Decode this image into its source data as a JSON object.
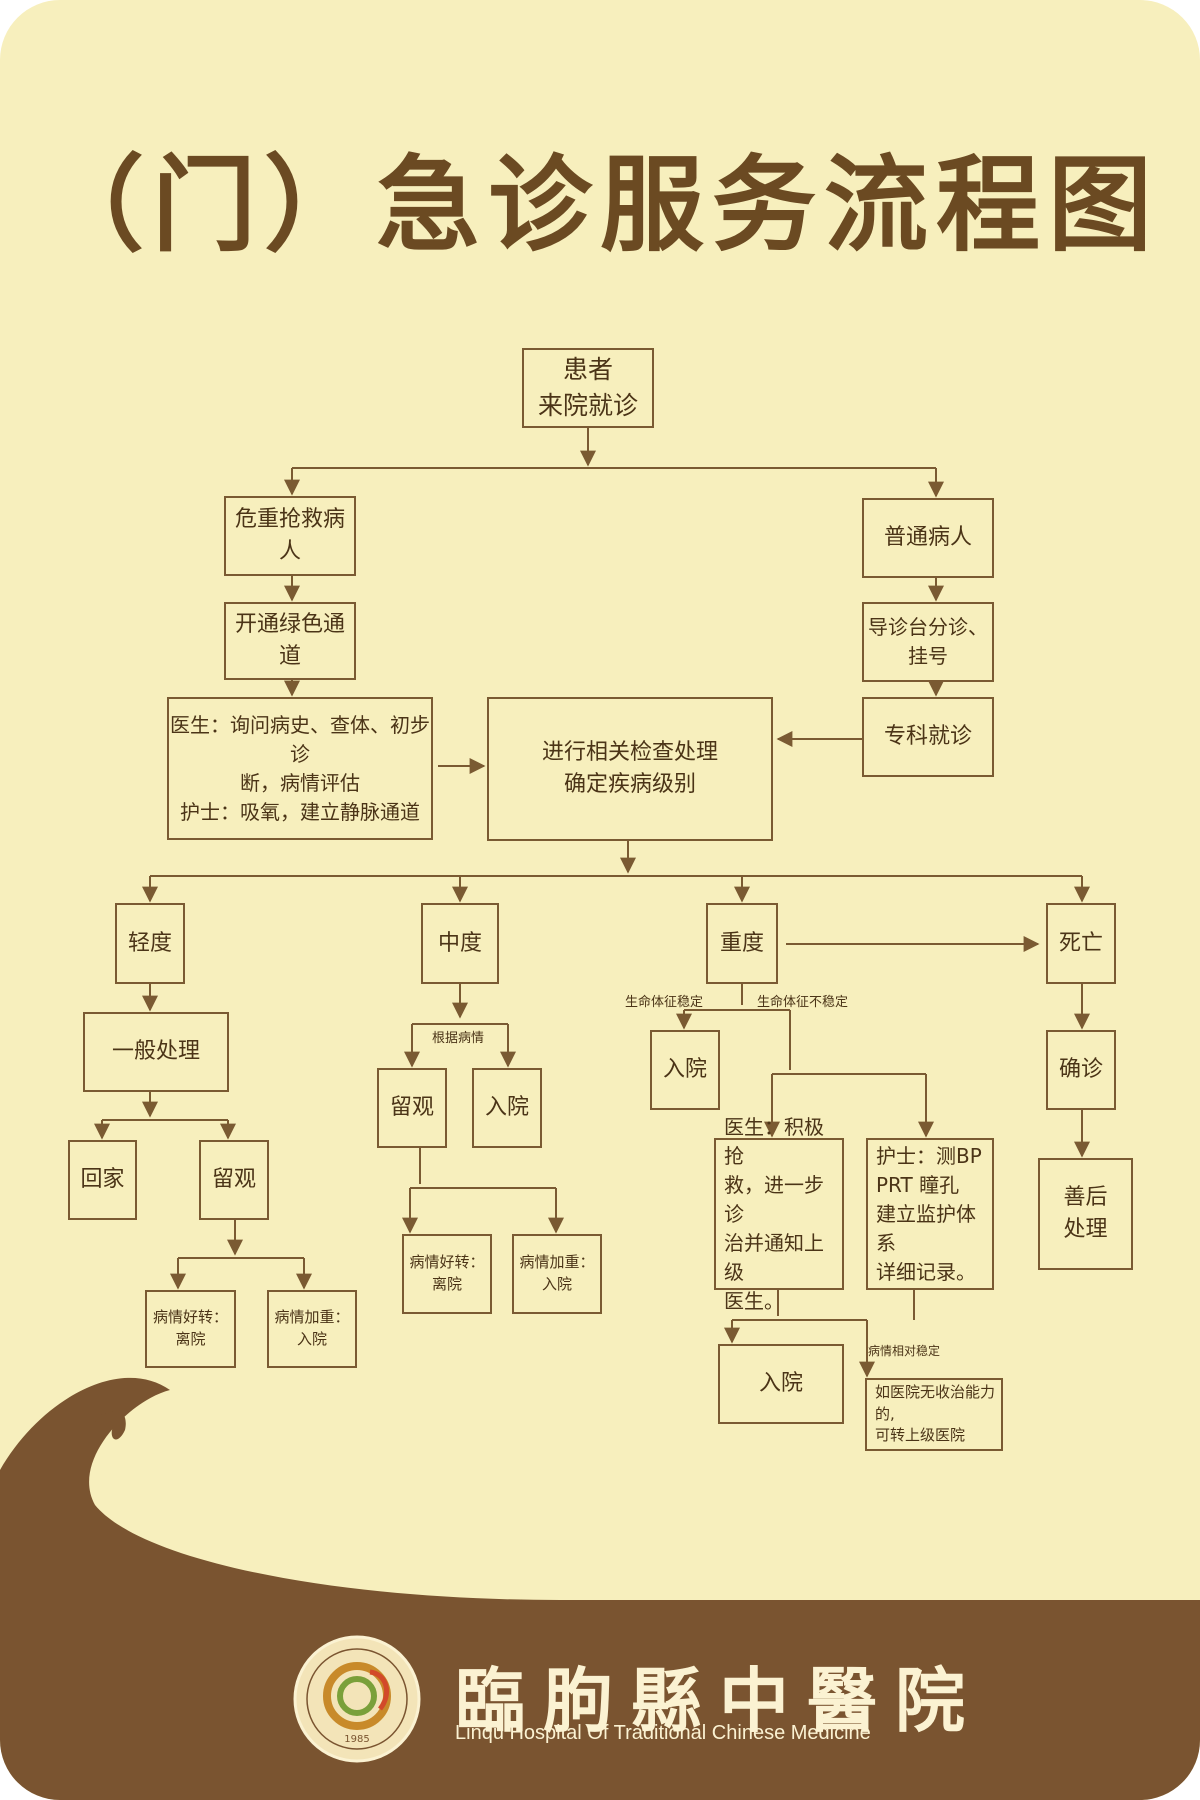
{
  "title": "（门）急诊服务流程图",
  "nodes": {
    "start": [
      "患者",
      "来院就诊"
    ],
    "critical": "危重抢救病人",
    "green_channel": "开通绿色通道",
    "doctor_nurse": [
      "医生：询问病史、查体、初步诊",
      "断，病情评估",
      "护士：吸氧，建立静脉通道"
    ],
    "normal": "普通病人",
    "triage": "导诊台分诊、挂号",
    "specialist": "专科就诊",
    "exam": [
      "进行相关检查处理",
      "确定疾病级别"
    ],
    "mild": "轻度",
    "moderate": "中度",
    "severe": "重度",
    "death": "死亡",
    "general": "一般处理",
    "home": "回家",
    "observe_mild": "留观",
    "improve_mild": "病情好转：离院",
    "worsen_mild": "病情加重：入院",
    "observe_mod": "留观",
    "admit_mod": "入院",
    "improve_mod": "病情好转：离院",
    "worsen_mod": "病情加重：入院",
    "admit_stable": "入院",
    "doctor_rescue": [
      "医生：积极抢",
      "救，进一步诊",
      "治并通知上级",
      "医生。"
    ],
    "nurse_bp": [
      "护士：测BP",
      "PRT 瞳孔",
      "建立监护体系",
      "详细记录。"
    ],
    "admit_final": "入院",
    "transfer": [
      "如医院无收治能力的,",
      "可转上级医院"
    ],
    "confirm": "确诊",
    "aftercare": [
      "善后",
      "处理"
    ]
  },
  "labels": {
    "by_condition": "根据病情",
    "vital_stable": "生命体征稳定",
    "vital_unstable": "生命体征不稳定",
    "relatively_stable": "病情相对稳定"
  },
  "footer": {
    "hospital_name": "臨朐縣中醫院",
    "english_name": "Linqu Hospital Of Traditional Chinese Medicine",
    "logo_year": "1985"
  },
  "colors": {
    "background": "#f7efbd",
    "title": "#6b4a22",
    "line": "#7a5a32",
    "footer": "#7a5430"
  }
}
